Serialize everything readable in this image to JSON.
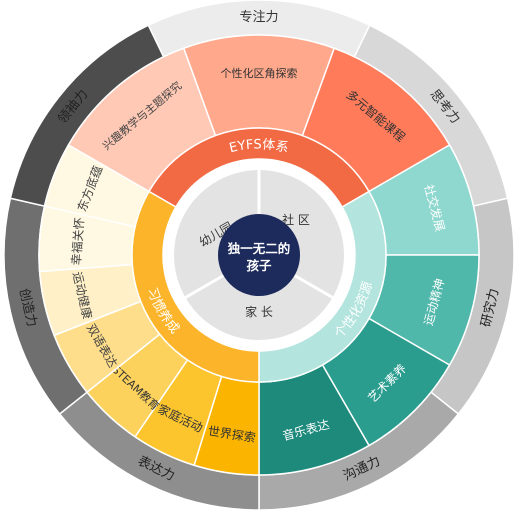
{
  "center": {
    "line1": "独一无二的",
    "line2": "孩子"
  },
  "middle": {
    "community": "社 区",
    "kindergarten": "幼儿园",
    "family": "家 长"
  },
  "groups": {
    "eyfs": "EYFS体系",
    "talent": "个性化资源",
    "habits": "习惯养成"
  },
  "outer_labels": [
    "专注力",
    "思考力",
    "研究力",
    "沟通力",
    "表达力",
    "创造力",
    "领袖力"
  ],
  "segments": {
    "eyfs": [
      "兴趣教学与主题探究",
      "个性化区角探索",
      "多元智能课程"
    ],
    "talent": [
      "社交发展",
      "运动精神",
      "艺术素养",
      "音乐表达"
    ],
    "habits": [
      "世界探索",
      "家庭活动",
      "STEAM教育",
      "双语表达",
      "运动健康",
      "幸福关怀",
      "东方底蕴"
    ]
  },
  "colors": {
    "eyfs": [
      "#ffc9b6",
      "#ffa88c",
      "#ff7b5a"
    ],
    "eyfs_band": "#f26a43",
    "talent": [
      "#8fd8cf",
      "#4fb8aa",
      "#2a9d8f",
      "#1d8a7c",
      "#117a6b"
    ],
    "talent_band": "#b3e4de",
    "habits": [
      "#fbb400",
      "#fcc52e",
      "#fdd25c",
      "#fede8a",
      "#fff0c8",
      "#fff8e2"
    ],
    "habits_band": "#fcb52a",
    "outer_ring": [
      "#ececec",
      "#d8d8d8",
      "#c6c6c6",
      "#a9a9a9",
      "#8e8e8e",
      "#6f6f6f",
      "#4d4d4d"
    ],
    "middle_disk": "#e3e3e3",
    "center": "#1c2a5c"
  }
}
